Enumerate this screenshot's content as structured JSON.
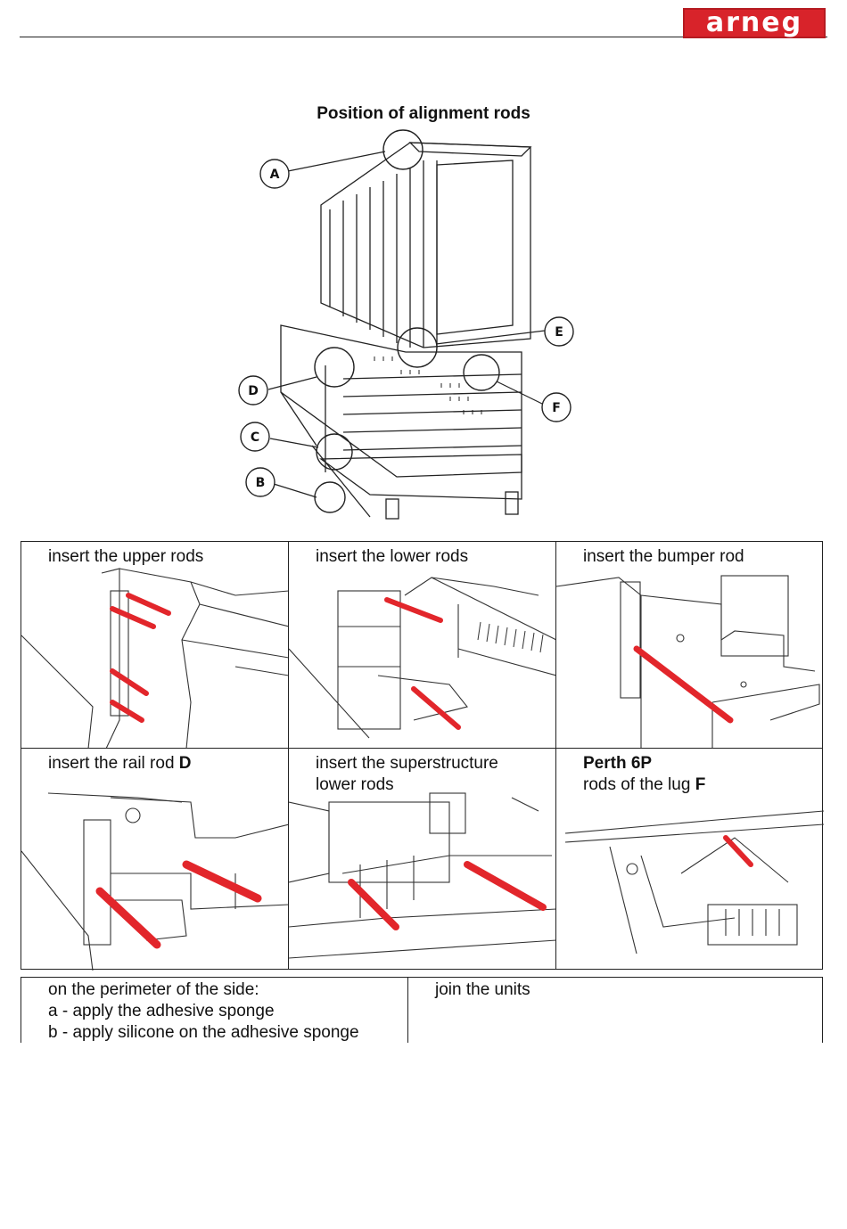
{
  "header": {
    "brand": "arneg"
  },
  "figure": {
    "title": "Position of alignment rods",
    "callouts": [
      "A",
      "B",
      "C",
      "D",
      "E",
      "F"
    ]
  },
  "steps": [
    {
      "text": "insert the upper rods"
    },
    {
      "text": "insert the lower rods"
    },
    {
      "text": "insert the bumper rod"
    },
    {
      "text": "insert the rail rod ",
      "bold": "D"
    },
    {
      "text": "insert the superstructure\nlower rods"
    },
    {
      "heading": "Perth 6P",
      "text": "rods of the lug ",
      "bold": "F"
    }
  ],
  "bottom": {
    "left_lines": [
      "on the perimeter of the side:",
      "a - apply the adhesive sponge",
      "b - apply silicone on the adhesive sponge"
    ],
    "right_text": "join the units"
  },
  "colors": {
    "rod": "#e2262b",
    "brand": "#d8232a"
  }
}
